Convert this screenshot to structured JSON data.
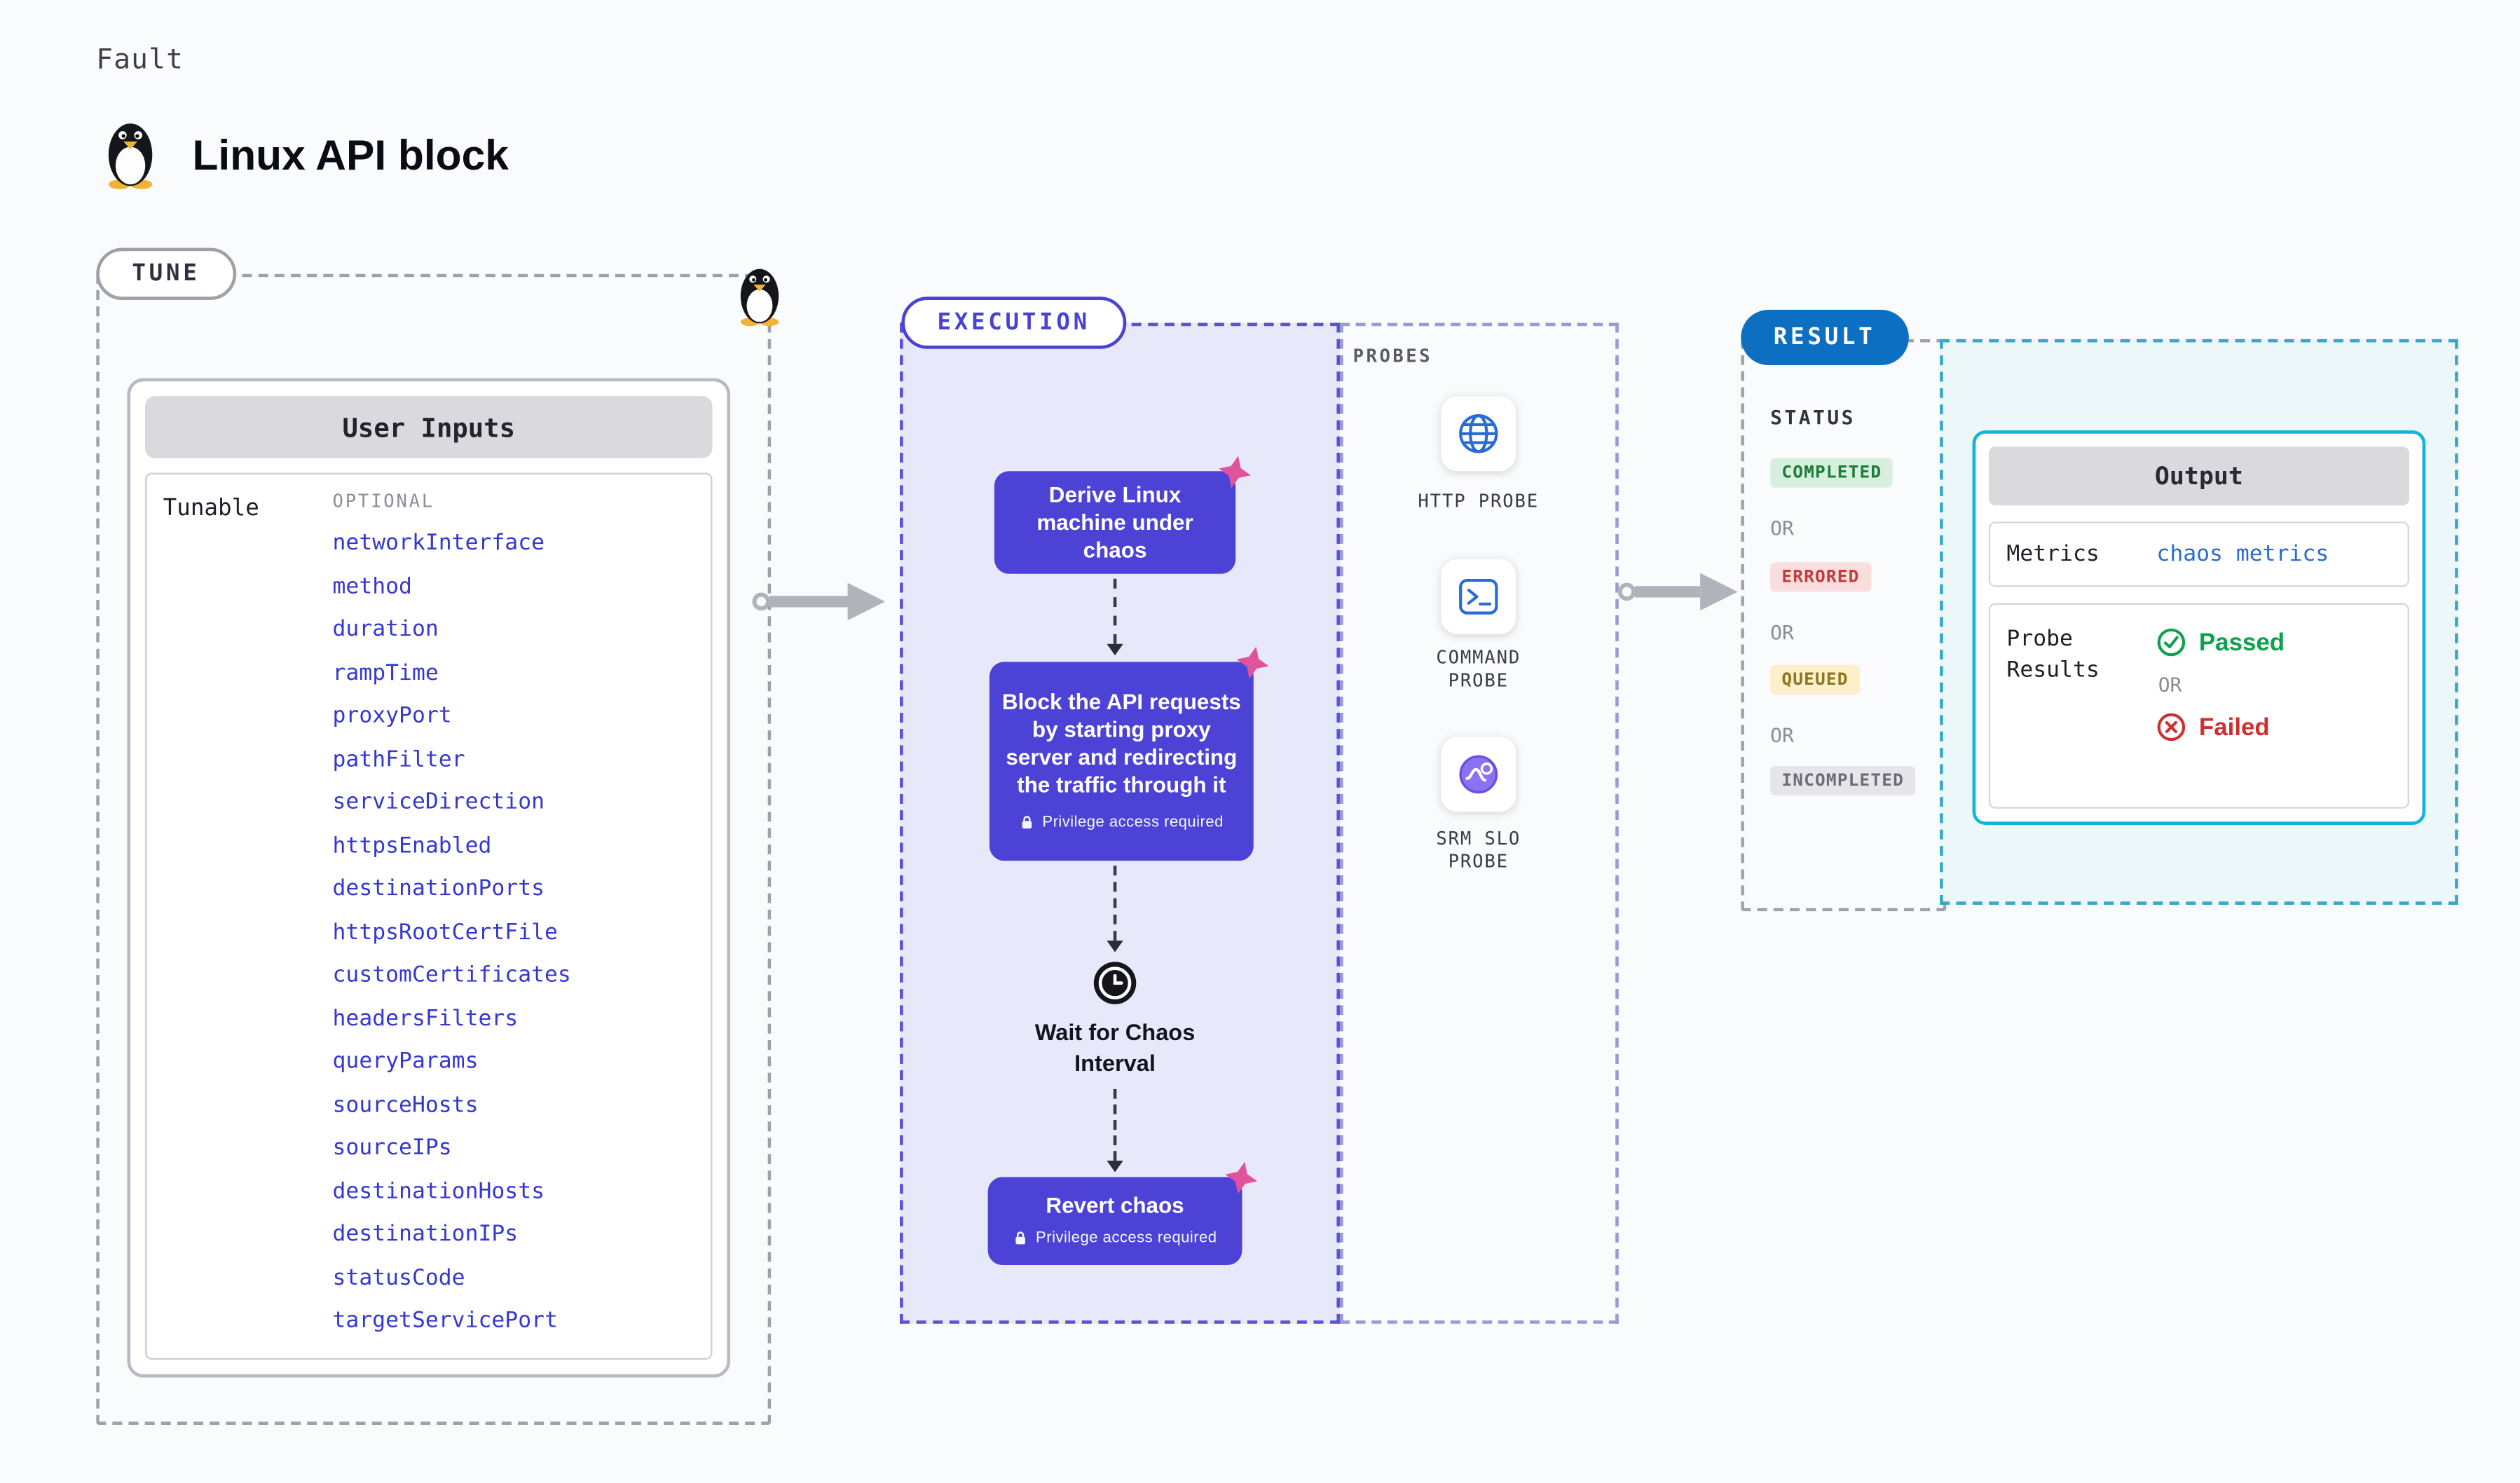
{
  "page": {
    "kicker": "Fault",
    "title": "Linux API block"
  },
  "tune": {
    "label": "TUNE",
    "panel_title": "User Inputs",
    "row_label": "Tunable",
    "column_header": "OPTIONAL",
    "params": [
      "networkInterface",
      "method",
      "duration",
      "rampTime",
      "proxyPort",
      "pathFilter",
      "serviceDirection",
      "httpsEnabled",
      "destinationPorts",
      "httpsRootCertFile",
      "customCertificates",
      "headersFilters",
      "queryParams",
      "sourceHosts",
      "sourceIPs",
      "destinationHosts",
      "destinationIPs",
      "statusCode",
      "targetServicePort"
    ]
  },
  "execution": {
    "label": "EXECUTION",
    "steps": {
      "derive": "Derive Linux machine under chaos",
      "block": "Block the API requests by starting proxy server and redirecting the traffic through it",
      "wait": "Wait for Chaos Interval",
      "revert": "Revert chaos"
    },
    "privilege_badge": "Privilege access required"
  },
  "probes": {
    "label": "PROBES",
    "items": [
      {
        "name": "HTTP PROBE",
        "icon": "globe-icon"
      },
      {
        "name": "COMMAND PROBE",
        "icon": "terminal-icon"
      },
      {
        "name": "SRM SLO PROBE",
        "icon": "slo-gauge-icon"
      }
    ]
  },
  "result": {
    "label": "RESULT",
    "status_label": "STATUS",
    "or_label": "OR",
    "statuses": [
      {
        "label": "COMPLETED",
        "color": "#1c7c3c",
        "bg": "#d7efdc"
      },
      {
        "label": "ERRORED",
        "color": "#c33c3c",
        "bg": "#fadede"
      },
      {
        "label": "QUEUED",
        "color": "#8f7420",
        "bg": "#fbf0cb"
      },
      {
        "label": "INCOMPLETED",
        "color": "#6d6d79",
        "bg": "#e5e5ea"
      }
    ],
    "output": {
      "title": "Output",
      "metrics_label": "Metrics",
      "metrics_value": "chaos metrics",
      "probe_results_label": "Probe Results",
      "passed_label": "Passed",
      "failed_label": "Failed"
    }
  },
  "colors": {
    "exec_step_bg": "#4c43d6",
    "exec_region_bg": "#e8e8fb",
    "exec_border": "#5a52d8",
    "chaos_pink": "#e0529c",
    "result_pill_bg": "#0d6fc2",
    "output_border": "#12b5d6",
    "passed_green": "#0fa04e",
    "failed_red": "#d02f2f",
    "param_blue": "#3538cf",
    "metrics_blue": "#2a6bce"
  }
}
